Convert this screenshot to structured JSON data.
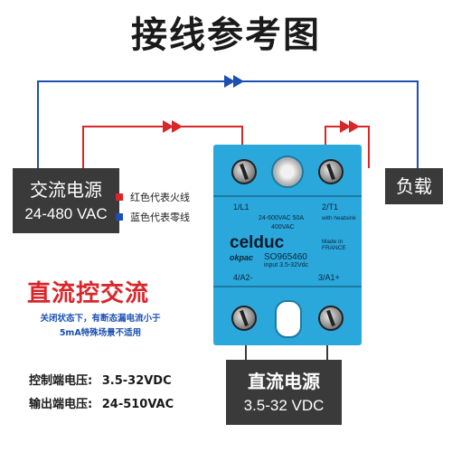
{
  "title": "接线参考图",
  "ac_source": {
    "line1": "交流电源",
    "line2": "24-480 VAC"
  },
  "load": "负载",
  "dc_source": {
    "line1": "直流电源",
    "line2": "3.5-32 VDC"
  },
  "legend": [
    {
      "label": "红色代表火线",
      "color": "#d8262a"
    },
    {
      "label": "蓝色代表零线",
      "color": "#1b4fb3"
    }
  ],
  "dc_ac_label": "直流控交流",
  "note": {
    "line1": "关闭状态下，有断态漏电流小于",
    "line2": "5mA特殊场景不适用"
  },
  "specs": [
    {
      "label": "控制端电压:",
      "value": "3.5-32VDC"
    },
    {
      "label": "输出端电压:",
      "value": "24-510VAC"
    }
  ],
  "relay": {
    "terminal_1": "1/L1",
    "terminal_2": "2/T1",
    "terminal_3": "3/A1+",
    "terminal_4": "4/A2-",
    "rating": "24-600VAC  50A",
    "rating2": "400VAC",
    "heatsink": "with heatsink",
    "brand": "celduc",
    "model_prefix": "okpac",
    "model": "SO965460",
    "input": "input 3.5-32Vdc",
    "made_in": "Made in FRANCE"
  },
  "colors": {
    "live": "#d8262a",
    "neutral": "#1b4fb3",
    "relay": "#2aa8dc",
    "box": "#3a3a3a"
  }
}
